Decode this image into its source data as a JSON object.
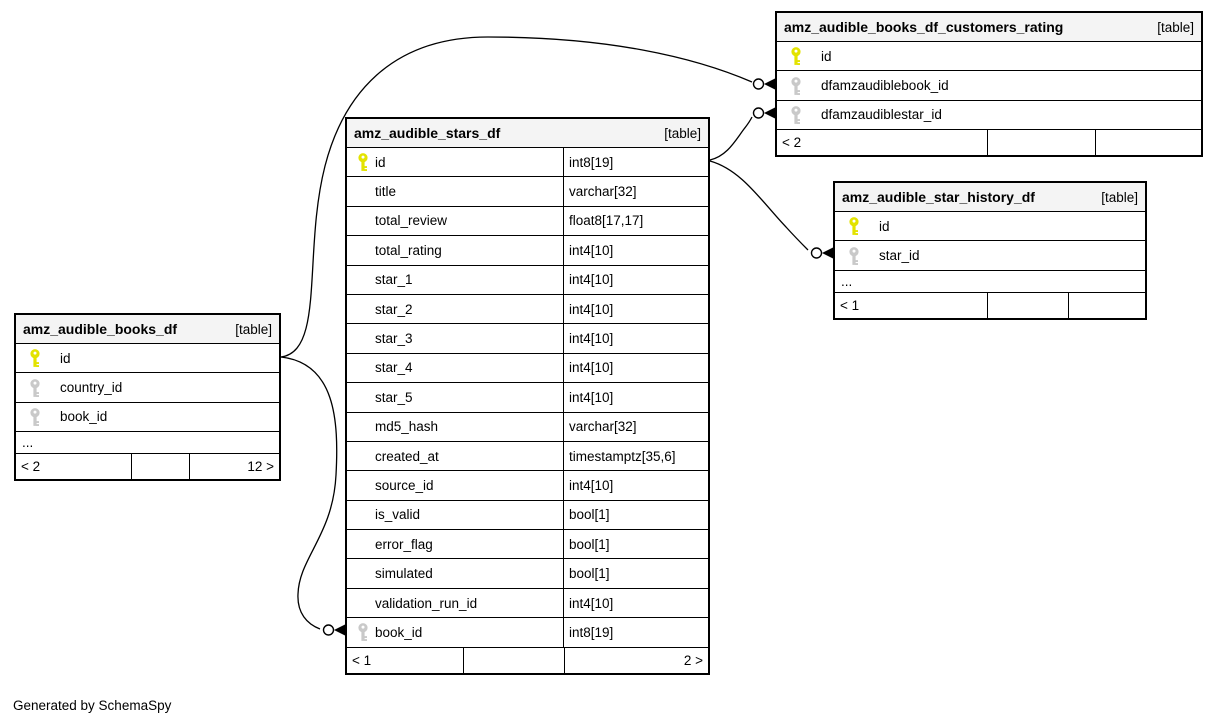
{
  "note": "Generated by SchemaSpy",
  "colors": {
    "primary_key": "#e3e300",
    "foreign_key": "#c9c9c9",
    "header_bg": "#f4f4f4",
    "border": "#000000"
  },
  "tables": [
    {
      "id": "books",
      "name": "amz_audible_books_df",
      "tag": "[table]",
      "columns": [
        {
          "name": "id",
          "type": "",
          "key": "pk"
        },
        {
          "name": "country_id",
          "type": "",
          "key": "fk"
        },
        {
          "name": "book_id",
          "type": "",
          "key": "fk"
        }
      ],
      "ellipsis": "...",
      "footer": [
        "< 2",
        "",
        "12 >"
      ]
    },
    {
      "id": "stars",
      "name": "amz_audible_stars_df",
      "tag": "[table]",
      "columns": [
        {
          "name": "id",
          "type": "int8[19]",
          "key": "pk"
        },
        {
          "name": "title",
          "type": "varchar[32]",
          "key": ""
        },
        {
          "name": "total_review",
          "type": "float8[17,17]",
          "key": ""
        },
        {
          "name": "total_rating",
          "type": "int4[10]",
          "key": ""
        },
        {
          "name": "star_1",
          "type": "int4[10]",
          "key": ""
        },
        {
          "name": "star_2",
          "type": "int4[10]",
          "key": ""
        },
        {
          "name": "star_3",
          "type": "int4[10]",
          "key": ""
        },
        {
          "name": "star_4",
          "type": "int4[10]",
          "key": ""
        },
        {
          "name": "star_5",
          "type": "int4[10]",
          "key": ""
        },
        {
          "name": "md5_hash",
          "type": "varchar[32]",
          "key": ""
        },
        {
          "name": "created_at",
          "type": "timestamptz[35,6]",
          "key": ""
        },
        {
          "name": "source_id",
          "type": "int4[10]",
          "key": ""
        },
        {
          "name": "is_valid",
          "type": "bool[1]",
          "key": ""
        },
        {
          "name": "error_flag",
          "type": "bool[1]",
          "key": ""
        },
        {
          "name": "simulated",
          "type": "bool[1]",
          "key": ""
        },
        {
          "name": "validation_run_id",
          "type": "int4[10]",
          "key": ""
        },
        {
          "name": "book_id",
          "type": "int8[19]",
          "key": "fk"
        }
      ],
      "ellipsis": null,
      "footer": [
        "< 1",
        "",
        "2 >"
      ]
    },
    {
      "id": "customers_rating",
      "name": "amz_audible_books_df_customers_rating",
      "tag": "[table]",
      "columns": [
        {
          "name": "id",
          "type": "",
          "key": "pk"
        },
        {
          "name": "dfamzaudiblebook_id",
          "type": "",
          "key": "fk"
        },
        {
          "name": "dfamzaudiblestar_id",
          "type": "",
          "key": "fk"
        }
      ],
      "ellipsis": null,
      "footer": [
        "< 2",
        "",
        ""
      ]
    },
    {
      "id": "star_history",
      "name": "amz_audible_star_history_df",
      "tag": "[table]",
      "columns": [
        {
          "name": "id",
          "type": "",
          "key": "pk"
        },
        {
          "name": "star_id",
          "type": "",
          "key": "fk"
        }
      ],
      "ellipsis": "...",
      "footer": [
        "< 1",
        "",
        ""
      ]
    }
  ],
  "relationships": [
    {
      "from": "amz_audible_books_df.id",
      "to": "amz_audible_books_df_customers_rating.dfamzaudiblebook_id"
    },
    {
      "from": "amz_audible_books_df.id",
      "to": "amz_audible_stars_df.book_id"
    },
    {
      "from": "amz_audible_stars_df.id",
      "to": "amz_audible_books_df_customers_rating.dfamzaudiblestar_id"
    },
    {
      "from": "amz_audible_stars_df.id",
      "to": "amz_audible_star_history_df.star_id"
    }
  ]
}
